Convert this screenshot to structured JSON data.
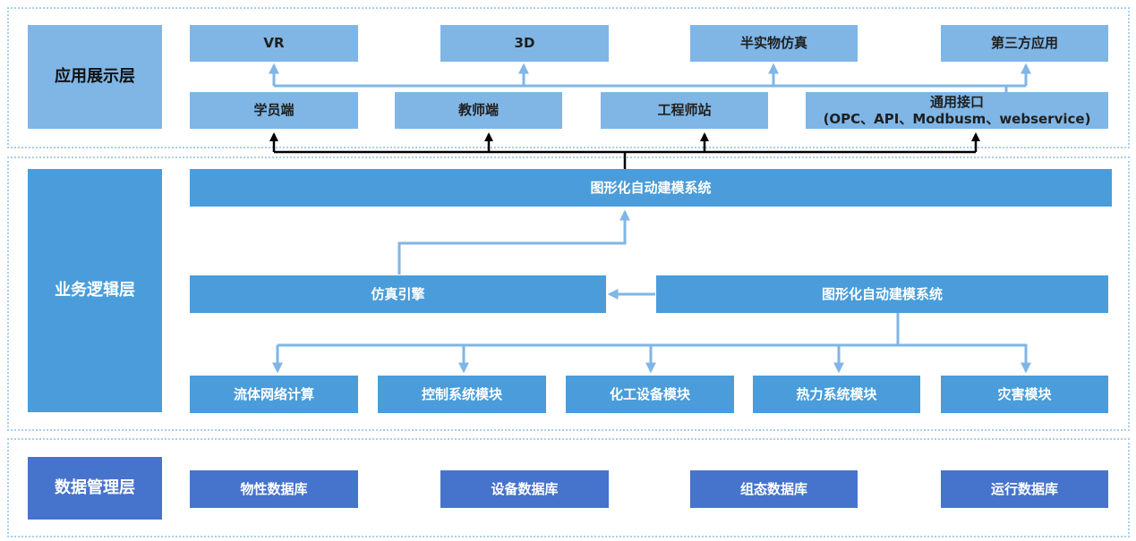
{
  "layers": {
    "application": {
      "label": "应用展示层",
      "top_row": [
        "VR",
        "3D",
        "半实物仿真",
        "第三方应用"
      ],
      "bottom_row": [
        "学员端",
        "教师端",
        "工程师站"
      ],
      "interface": {
        "line1": "通用接口",
        "line2": "(OPC、API、Modbusm、webservice)"
      }
    },
    "logic": {
      "label": "业务逻辑层",
      "modeling_system": "图形化自动建模系统",
      "engine": "仿真引擎",
      "modeling_system_2": "图形化自动建模系统",
      "modules": [
        "流体网络计算",
        "控制系统模块",
        "化工设备模块",
        "热力系统模块",
        "灾害模块"
      ]
    },
    "data": {
      "label": "数据管理层",
      "databases": [
        "物性数据库",
        "设备数据库",
        "组态数据库",
        "运行数据库"
      ]
    }
  },
  "colors": {
    "light_box": "#7fb6e6",
    "mid_box": "#4a9dda",
    "dark_box": "#4673cc",
    "dotted_border": "#a9cfe8",
    "arrow_light": "#7fb6e6",
    "arrow_dark": "#000000"
  }
}
